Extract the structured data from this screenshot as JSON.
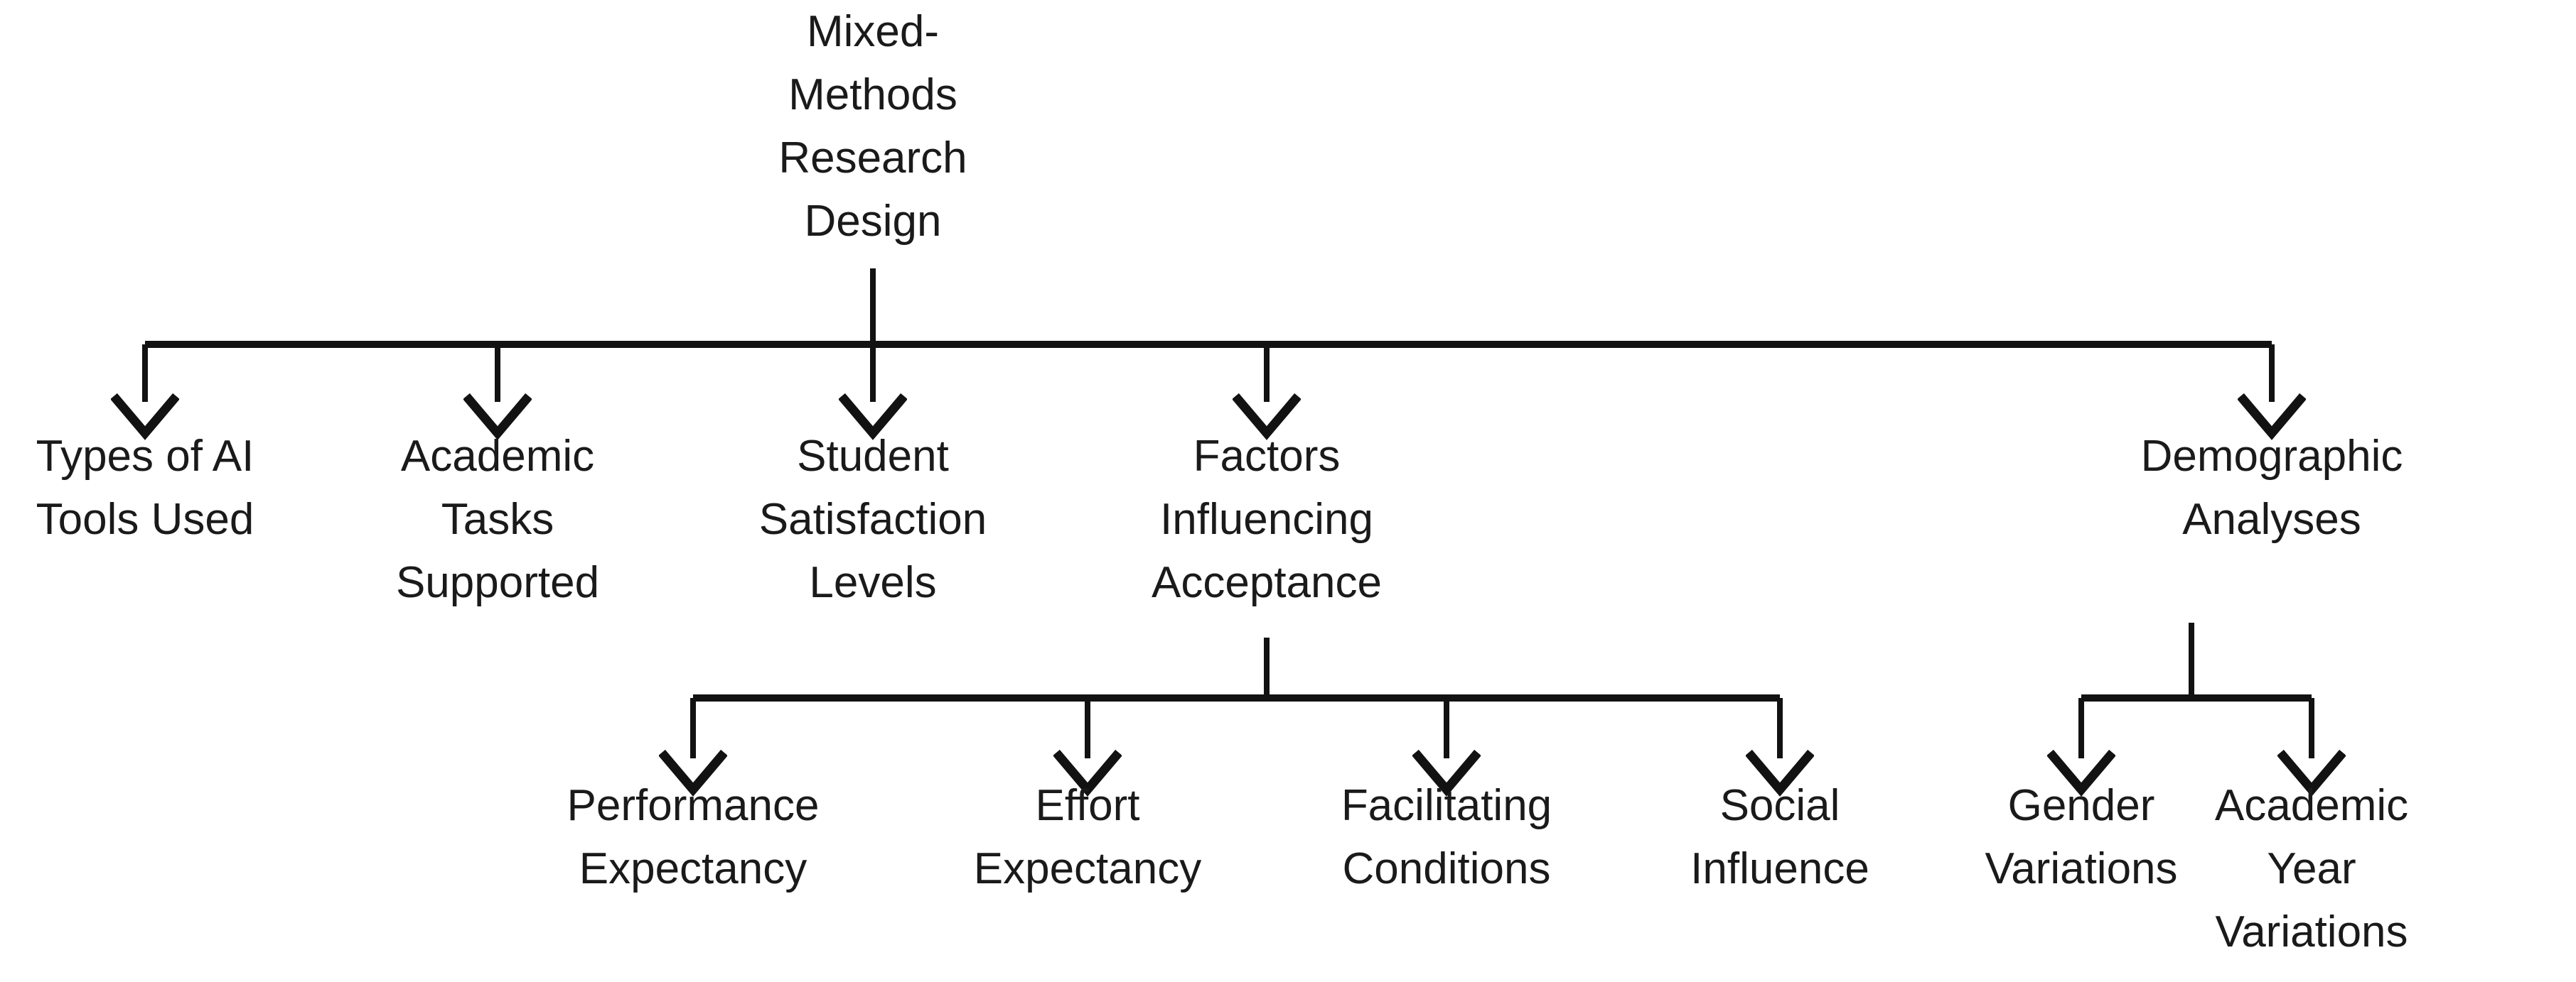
{
  "diagram": {
    "title": "Mixed-Methods Research Design",
    "type": "hierarchical-tree-flowchart",
    "background_color": "#ffffff",
    "line_color": "#121212",
    "text_color": "#1a1a1a",
    "nodes": {
      "root": {
        "id": "root",
        "label": "Mixed-\nMethods\nResearch\nDesign",
        "level": 0
      },
      "l1_0": {
        "id": "types-of-ai-tools-used",
        "label": "Types of AI\nTools Used",
        "level": 1
      },
      "l1_1": {
        "id": "academic-tasks-supported",
        "label": "Academic\nTasks\nSupported",
        "level": 1
      },
      "l1_2": {
        "id": "student-satisfaction-levels",
        "label": "Student\nSatisfaction\nLevels",
        "level": 1
      },
      "l1_3": {
        "id": "factors-influencing-acceptance",
        "label": "Factors\nInfluencing\nAcceptance",
        "level": 1
      },
      "l1_4": {
        "id": "demographic-analyses",
        "label": "Demographic\nAnalyses",
        "level": 1
      },
      "l2_0": {
        "id": "performance-expectancy",
        "label": "Performance\nExpectancy",
        "level": 2,
        "parent": "factors-influencing-acceptance"
      },
      "l2_1": {
        "id": "effort-expectancy",
        "label": "Effort\nExpectancy",
        "level": 2,
        "parent": "factors-influencing-acceptance"
      },
      "l2_2": {
        "id": "facilitating-conditions",
        "label": "Facilitating\nConditions",
        "level": 2,
        "parent": "factors-influencing-acceptance"
      },
      "l2_3": {
        "id": "social-influence",
        "label": "Social\nInfluence",
        "level": 2,
        "parent": "factors-influencing-acceptance"
      },
      "l2_4": {
        "id": "gender-variations",
        "label": "Gender\nVariations",
        "level": 2,
        "parent": "demographic-analyses"
      },
      "l2_5": {
        "id": "academic-year-variations",
        "label": "Academic\nYear\nVariations",
        "level": 2,
        "parent": "demographic-analyses"
      }
    }
  }
}
